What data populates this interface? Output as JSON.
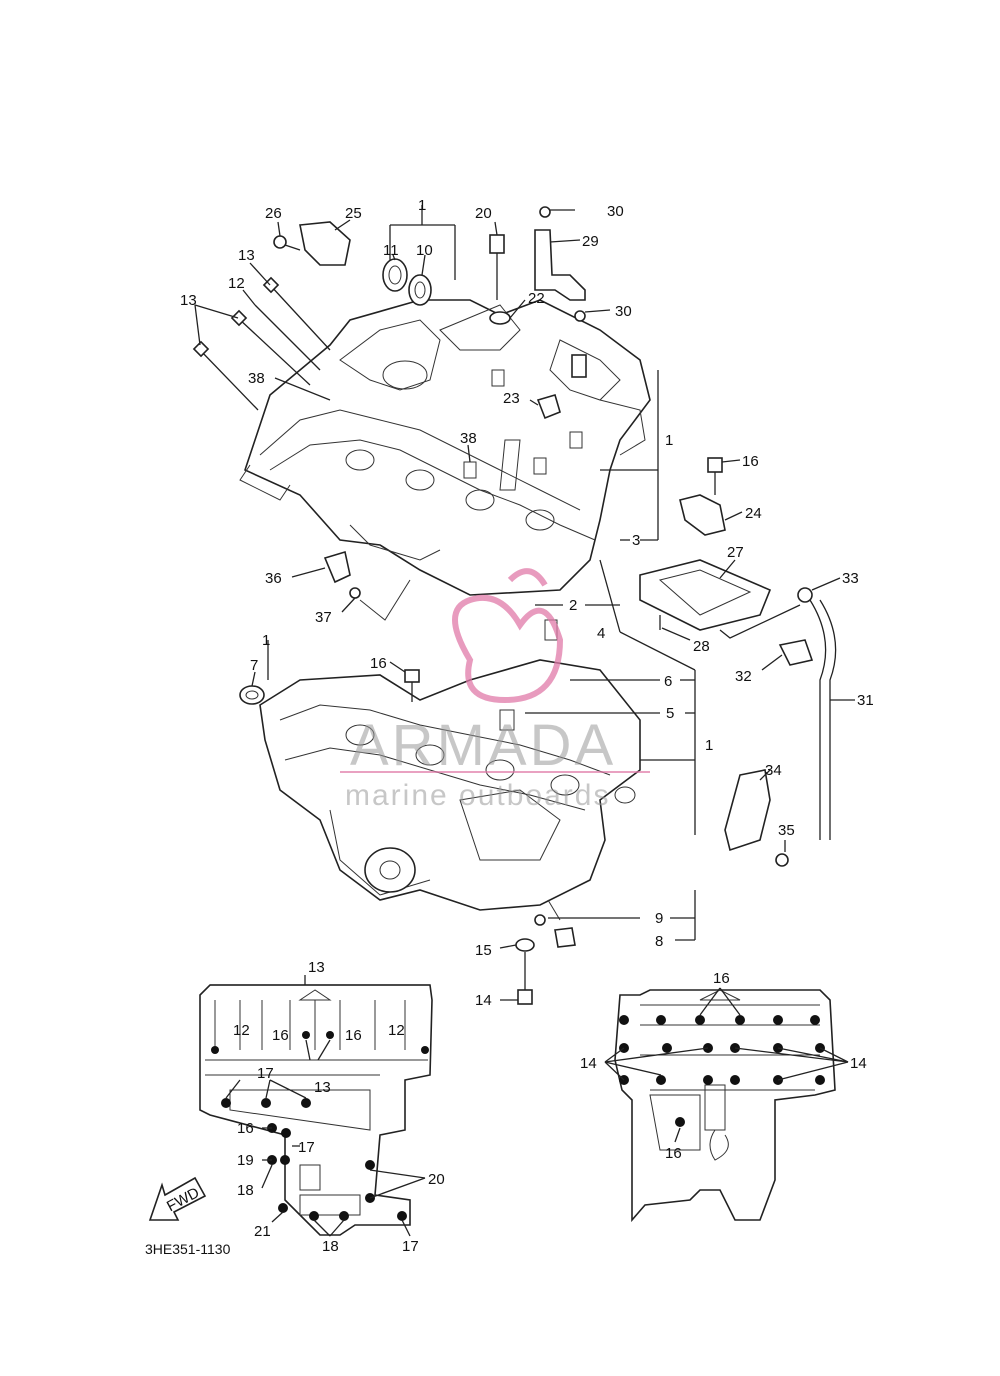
{
  "diagram": {
    "code": "3HE351-1130",
    "fwd_label": "FWD",
    "watermark": {
      "brand": "ARMADA",
      "tagline": "marine outboards",
      "color": "#e07aa8"
    }
  },
  "callouts": [
    {
      "id": "c1a",
      "text": "1"
    },
    {
      "id": "c1b",
      "text": "1"
    },
    {
      "id": "c1c",
      "text": "1"
    },
    {
      "id": "c1d",
      "text": "1"
    },
    {
      "id": "c2",
      "text": "2"
    },
    {
      "id": "c3",
      "text": "3"
    },
    {
      "id": "c4",
      "text": "4"
    },
    {
      "id": "c5",
      "text": "5"
    },
    {
      "id": "c6",
      "text": "6"
    },
    {
      "id": "c7",
      "text": "7"
    },
    {
      "id": "c8",
      "text": "8"
    },
    {
      "id": "c9",
      "text": "9"
    },
    {
      "id": "c10",
      "text": "10"
    },
    {
      "id": "c11",
      "text": "11"
    },
    {
      "id": "c12a",
      "text": "12"
    },
    {
      "id": "c13a",
      "text": "13"
    },
    {
      "id": "c13b",
      "text": "13"
    },
    {
      "id": "c14",
      "text": "14"
    },
    {
      "id": "c15",
      "text": "15"
    },
    {
      "id": "c16a",
      "text": "16"
    },
    {
      "id": "c16b",
      "text": "16"
    },
    {
      "id": "c20",
      "text": "20"
    },
    {
      "id": "c22",
      "text": "22"
    },
    {
      "id": "c23",
      "text": "23"
    },
    {
      "id": "c24",
      "text": "24"
    },
    {
      "id": "c25",
      "text": "25"
    },
    {
      "id": "c26",
      "text": "26"
    },
    {
      "id": "c27",
      "text": "27"
    },
    {
      "id": "c28",
      "text": "28"
    },
    {
      "id": "c29",
      "text": "29"
    },
    {
      "id": "c30a",
      "text": "30"
    },
    {
      "id": "c30b",
      "text": "30"
    },
    {
      "id": "c31",
      "text": "31"
    },
    {
      "id": "c32",
      "text": "32"
    },
    {
      "id": "c33",
      "text": "33"
    },
    {
      "id": "c34",
      "text": "34"
    },
    {
      "id": "c35",
      "text": "35"
    },
    {
      "id": "c36",
      "text": "36"
    },
    {
      "id": "c37",
      "text": "37"
    },
    {
      "id": "c38a",
      "text": "38"
    },
    {
      "id": "c38b",
      "text": "38"
    }
  ],
  "left_inset_labels": [
    {
      "id": "l13a",
      "text": "13"
    },
    {
      "id": "l12a",
      "text": "12"
    },
    {
      "id": "l16a",
      "text": "16"
    },
    {
      "id": "l16b",
      "text": "16"
    },
    {
      "id": "l12b",
      "text": "12"
    },
    {
      "id": "l17a",
      "text": "17"
    },
    {
      "id": "l13b",
      "text": "13"
    },
    {
      "id": "l16c",
      "text": "16"
    },
    {
      "id": "l17b",
      "text": "17"
    },
    {
      "id": "l19",
      "text": "19"
    },
    {
      "id": "l18a",
      "text": "18"
    },
    {
      "id": "l20",
      "text": "20"
    },
    {
      "id": "l21",
      "text": "21"
    },
    {
      "id": "l18b",
      "text": "18"
    },
    {
      "id": "l17c",
      "text": "17"
    }
  ],
  "right_inset_labels": [
    {
      "id": "r16a",
      "text": "16"
    },
    {
      "id": "r14a",
      "text": "14"
    },
    {
      "id": "r14b",
      "text": "14"
    },
    {
      "id": "r16b",
      "text": "16"
    }
  ]
}
